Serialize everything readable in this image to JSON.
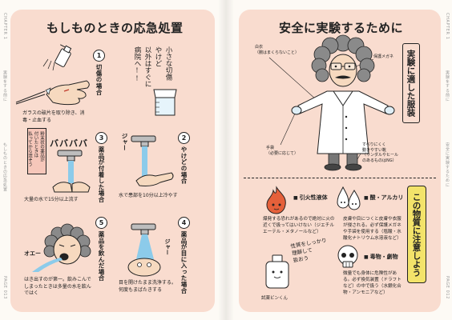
{
  "left_page": {
    "margin": {
      "chapter": "CHAPTER 1",
      "section": "実験をする前に",
      "topic": "もしものときの応急処置",
      "page": "PAGE 013"
    },
    "title": "もしものときの応急処置",
    "handwritten_note": "小さな切傷\nやけど\n以外はすぐに\n病院へ!!",
    "powder_tip": "粉末状の薬品が\n付いたときは\n払ってから流そう",
    "cases": [
      {
        "number": "1",
        "heading": "切傷の場合",
        "note": "ガラスの破片を取り除き、消毒・止血する"
      },
      {
        "number": "2",
        "heading": "やけどの場合",
        "note": "水で患部を10分以上冷やす",
        "sfx": "ジャー"
      },
      {
        "number": "3",
        "heading": "薬品が付着した場合",
        "note": "大量の水で15分以上流す",
        "sfx": "ババババ"
      },
      {
        "number": "4",
        "heading": "薬品が目に入った場合",
        "note": "目を開けたまま洗浄する。何度もまばたきする",
        "sfx": "ジャー"
      },
      {
        "number": "5",
        "heading": "薬品を飲んだ場合",
        "note": "はき出すのが第一。飲みこんでしまったときは多量の水を飲んではく",
        "sfx": "オエー"
      }
    ]
  },
  "right_page": {
    "margin": {
      "chapter": "CHAPTER 1",
      "section": "実験をする前に",
      "topic": "安全に実験するために",
      "page": "PAGE 012"
    },
    "title": "安全に実験するために",
    "attire": {
      "heading": "実験に適した服装",
      "labels": {
        "lab_coat": "白衣\n（腕はまくらないこと）",
        "goggles": "保護メガネ",
        "gloves": "手袋\n（必要に応じて）",
        "shoes": "すべりにくく\n動きやすい靴\n（サンダルやヒール\nのあるものはNG）"
      }
    },
    "hazards": {
      "heading": "この物質に注意しよう",
      "items": {
        "flammable": {
          "name": "引火性液体",
          "note": "爆発する恐れがあるので絶対に火の近くで扱ってはいけない（ジエチルエーテル・メタノールなど）"
        },
        "acid_alkali": {
          "name": "酸・アルカリ",
          "note": "皮膚や目につくと皮膚や衣服が侵される。必ず保護メガネや手袋を使用する（塩酸・水酸化ナトリウム水溶液など）"
        },
        "toxic": {
          "name": "毒物・劇物",
          "note": "微量でも身体に危険性がある。必ず換気装置（ドラフトなど）の中で扱う（水銀化合物・アンモニアなど）"
        }
      }
    },
    "mascot": {
      "speech": "性質をしっかり\n理解して\n扱おう",
      "name": "試薬ビンくん"
    }
  },
  "icons": [
    "spray-bottle-icon",
    "tweezers-icon",
    "beaker-icon",
    "faucet-icon",
    "flame-icon",
    "droplet-icon",
    "skull-icon",
    "reagent-bottle-icon"
  ],
  "colors": {
    "page_bg": "#fdfaf5",
    "panel": "#f9dccf",
    "ink": "#222222",
    "hazard_box": "#f3e36a",
    "flame": "#e5603a",
    "water": "#8ccbea",
    "hair": "#8a8a8a",
    "skin": "#f6d9bf",
    "tip_box": "#f6c7ba",
    "margin_text": "#9a9a9a"
  }
}
